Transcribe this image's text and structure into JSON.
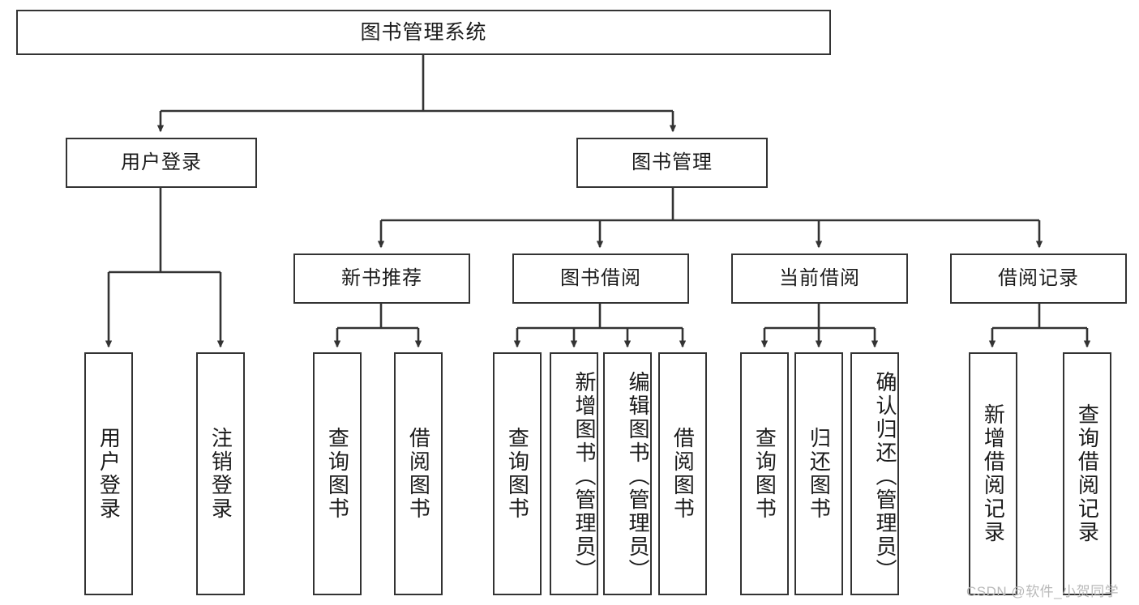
{
  "diagram": {
    "title": "图书管理系统",
    "type": "tree-hierarchy",
    "watermark": "CSDN @软件_小贺同学",
    "colors": {
      "stroke": "#333333",
      "fill": "#ffffff",
      "text": "#1b1b1b",
      "watermark": "#b9b9b9"
    },
    "levels": {
      "root": {
        "label": "图书管理系统"
      },
      "level1": [
        {
          "label": "用户登录"
        },
        {
          "label": "图书管理"
        }
      ],
      "level2": [
        {
          "label": "新书推荐"
        },
        {
          "label": "图书借阅"
        },
        {
          "label": "当前借阅"
        },
        {
          "label": "借阅记录"
        }
      ],
      "leaves": {
        "user_login": [
          {
            "label": "用户登录"
          },
          {
            "label": "注销登录"
          }
        ],
        "new_book_recommend": [
          {
            "label": "查询图书"
          },
          {
            "label": "借阅图书"
          }
        ],
        "book_borrow": [
          {
            "label": "查询图书"
          },
          {
            "label": "新增图书（管理员）"
          },
          {
            "label": "编辑图书（管理员）"
          },
          {
            "label": "借阅图书"
          }
        ],
        "current_borrow": [
          {
            "label": "查询图书"
          },
          {
            "label": "归还图书"
          },
          {
            "label": "确认归还（管理员）"
          }
        ],
        "borrow_record": [
          {
            "label": "新增借阅记录"
          },
          {
            "label": "查询借阅记录"
          }
        ]
      }
    }
  }
}
